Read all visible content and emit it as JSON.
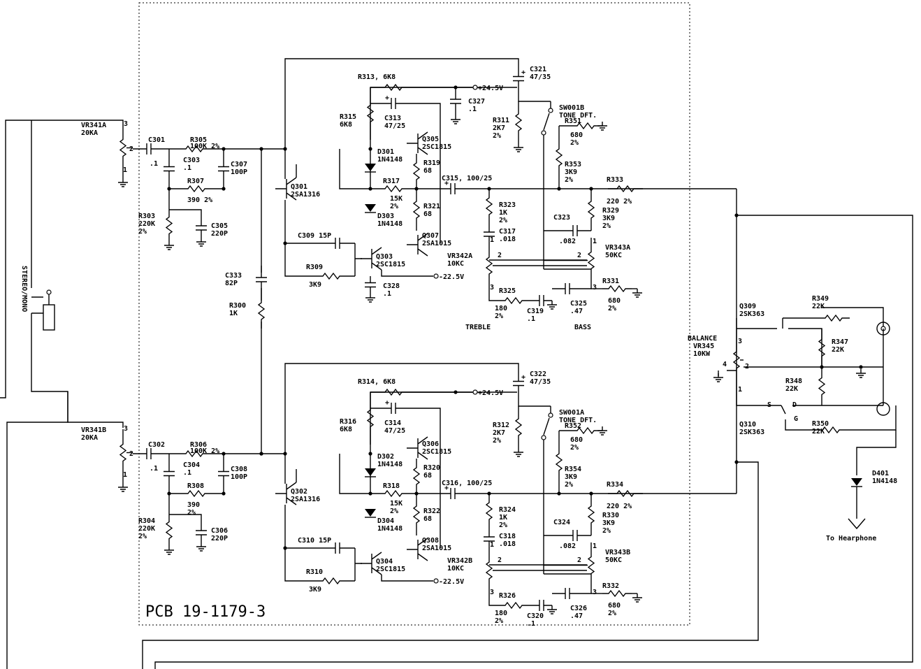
{
  "pcb_label": "PCB 19-1179-3",
  "switch_label": "STEREO/MONO",
  "headphone_label": "To Hearphone",
  "rail_pos": "+24.5V",
  "rail_neg": "-22.5V",
  "treble_label": "TREBLE",
  "bass_label": "BASS",
  "balance_label": "BALANCE",
  "shared": {
    "c333": [
      "C333",
      "82P"
    ],
    "r300": [
      "R300",
      "1K"
    ],
    "vr345": [
      "VR345",
      "10KW"
    ],
    "q309": [
      "Q309",
      "2SK363"
    ],
    "q310": [
      "Q310",
      "2SK363"
    ],
    "r349": [
      "R349",
      "22K"
    ],
    "r347": [
      "R347",
      "22K"
    ],
    "r348": [
      "R348",
      "22K"
    ],
    "r350": [
      "R350",
      "22K"
    ],
    "d401": [
      "D401",
      "1N4148"
    ]
  },
  "channels": [
    {
      "vr341": [
        "VR341A",
        "20KA"
      ],
      "c301": [
        "C301",
        ".1"
      ],
      "r305": [
        "R305",
        "100K 2%"
      ],
      "c303": [
        "C303",
        ".1"
      ],
      "c307": [
        "C307",
        "100P"
      ],
      "r307": [
        "R307",
        "390 2%"
      ],
      "r303": [
        "R303",
        "220K",
        "2%"
      ],
      "c305": [
        "C305",
        "220P"
      ],
      "q301": [
        "Q301",
        "2SA1316"
      ],
      "r313": "R313, 6K8",
      "r315": [
        "R315",
        "6K8"
      ],
      "c313": [
        "C313",
        "47/25"
      ],
      "q305": [
        "Q305",
        "2SC1815"
      ],
      "d301": [
        "D301",
        "1N4148"
      ],
      "r319": [
        "R319",
        "68"
      ],
      "r317": [
        "R317",
        "15K",
        "2%"
      ],
      "d303": [
        "D303",
        "1N4148"
      ],
      "r321": [
        "R321",
        "68"
      ],
      "q307": [
        "Q307",
        "2SA1015"
      ],
      "q303": [
        "Q303",
        "2SC1815"
      ],
      "c309": "C309 15P",
      "r309": [
        "R309",
        "3K9"
      ],
      "c328": [
        "C328",
        ".1"
      ],
      "c321": [
        "C321",
        "47/35"
      ],
      "c327": [
        "C327",
        ".1"
      ],
      "r311": [
        "R311",
        "2K7",
        "2%"
      ],
      "sw": [
        "SW001B",
        "TONE DFT."
      ],
      "r351": [
        "R351",
        "680",
        "2%"
      ],
      "r353": [
        "R353",
        "3K9",
        "2%"
      ],
      "c315": "C315, 100/25",
      "r323": [
        "R323",
        "1K",
        "2%"
      ],
      "c317": [
        "C317",
        ".018"
      ],
      "vr342": [
        "VR342A",
        "10KC"
      ],
      "r325": [
        "R325",
        "180",
        "2%"
      ],
      "c319": [
        "C319",
        ".1"
      ],
      "c323": [
        "C323",
        ".082"
      ],
      "r329": [
        "R329",
        "3K9",
        "2%"
      ],
      "vr343": [
        "VR343A",
        "50KC"
      ],
      "c325": [
        "C325",
        ".47"
      ],
      "r331": [
        "R331",
        "680",
        "2%"
      ],
      "r333": [
        "R333",
        "220 2%"
      ]
    },
    {
      "vr341": [
        "VR341B",
        "20KA"
      ],
      "c301": [
        "C302",
        ".1"
      ],
      "r305": [
        "R306",
        "100K 2%"
      ],
      "c303": [
        "C304",
        ".1"
      ],
      "c307": [
        "C308",
        "100P"
      ],
      "r307": [
        "R308",
        "390",
        "2%"
      ],
      "r303": [
        "R304",
        "220K",
        "2%"
      ],
      "c305": [
        "C306",
        "220P"
      ],
      "q301": [
        "Q302",
        "2SA1316"
      ],
      "r313": "R314, 6K8",
      "r315": [
        "R316",
        "6K8"
      ],
      "c313": [
        "C314",
        "47/25"
      ],
      "q305": [
        "Q306",
        "2SC1815"
      ],
      "d301": [
        "D302",
        "1N4148"
      ],
      "r319": [
        "R320",
        "68"
      ],
      "r317": [
        "R318",
        "15K",
        "2%"
      ],
      "d303": [
        "D304",
        "1N4148"
      ],
      "r321": [
        "R322",
        "68"
      ],
      "q307": [
        "Q308",
        "2SA1015"
      ],
      "q303": [
        "Q304",
        "2SC1815"
      ],
      "c309": "C310 15P",
      "r309": [
        "R310",
        "3K9"
      ],
      "c328": null,
      "c321": [
        "C322",
        "47/35"
      ],
      "c327": null,
      "r311": [
        "R312",
        "2K7",
        "2%"
      ],
      "sw": [
        "SW001A",
        "TONE DFT."
      ],
      "r351": [
        "R352",
        "680",
        "2%"
      ],
      "r353": [
        "R354",
        "3K9",
        "2%"
      ],
      "c315": "C316, 100/25",
      "r323": [
        "R324",
        "1K",
        "2%"
      ],
      "c317": [
        "C318",
        ".018"
      ],
      "vr342": [
        "VR342B",
        "10KC"
      ],
      "r325": [
        "R326",
        "180",
        "2%"
      ],
      "c319": [
        "C320",
        ".1"
      ],
      "c323": [
        "C324",
        ".082"
      ],
      "r329": [
        "R330",
        "3K9",
        "2%"
      ],
      "vr343": [
        "VR343B",
        "50KC"
      ],
      "c325": [
        "C326",
        ".47"
      ],
      "r331": [
        "R332",
        "680",
        "2%"
      ],
      "r333": [
        "R334",
        "220 2%"
      ]
    }
  ]
}
